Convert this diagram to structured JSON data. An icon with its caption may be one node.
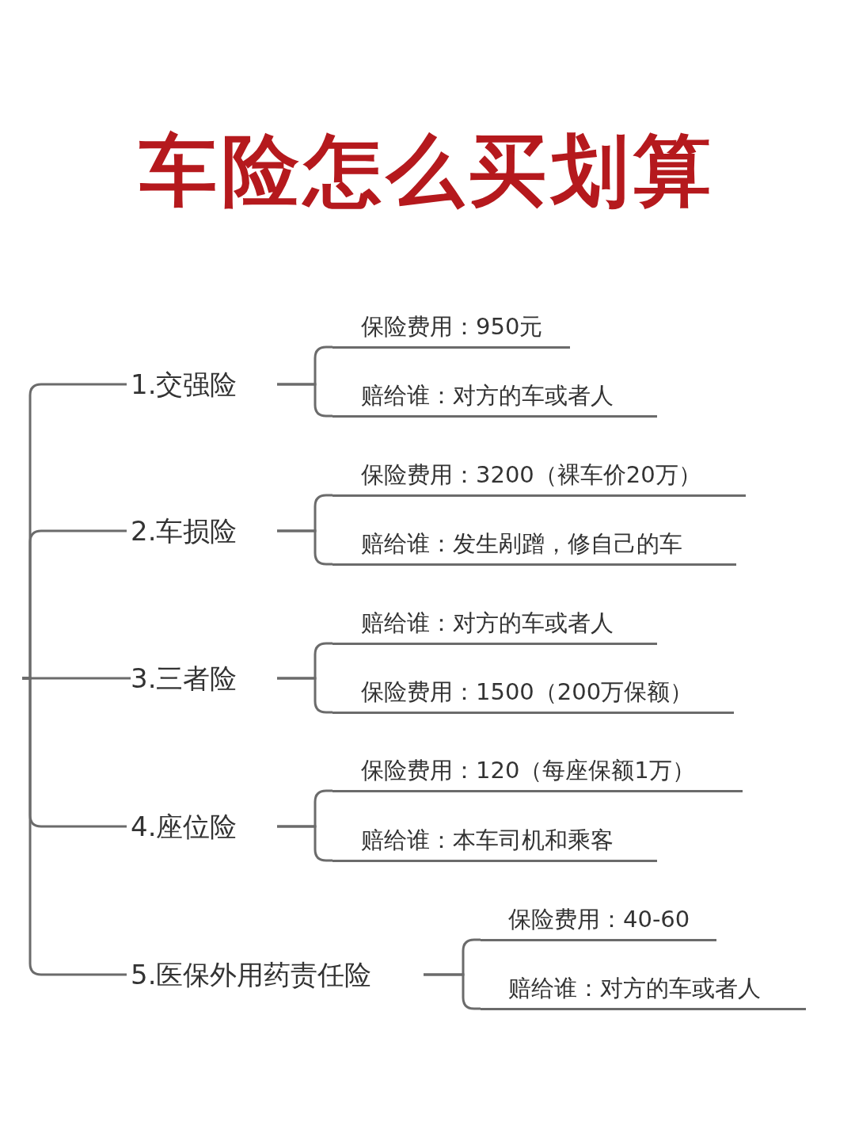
{
  "diagram": {
    "title": "车险怎么买划算",
    "nodes": [
      {
        "text": [
          "1.交强险"
        ]
      },
      {
        "text": [
          "保险费用：950元"
        ]
      },
      {
        "text": [
          "赔给谁：对方的车或者人"
        ]
      },
      {
        "text": [
          "2.车损险"
        ]
      },
      {
        "text": [
          "保险费用：3200（裸车价20万）"
        ]
      },
      {
        "text": [
          "赔给谁：发生剐蹭，修自己的车"
        ]
      },
      {
        "text": [
          "3.三者险"
        ]
      },
      {
        "text": [
          "赔给谁：对方的车或者人"
        ]
      },
      {
        "text": [
          "保险费用：1500（200万保额）"
        ]
      },
      {
        "text": [
          "4.座位险"
        ]
      },
      {
        "text": [
          "保险费用：120（每座保额1万）"
        ]
      },
      {
        "text": [
          "赔给谁：本车司机和乘客"
        ]
      },
      {
        "text": [
          "5.医保外用药责任险"
        ]
      },
      {
        "text": [
          "保险费用：40-60"
        ]
      },
      {
        "text": [
          "赔给谁：对方的车或者人"
        ]
      }
    ],
    "edges": [
      {
        "from": null,
        "to": 0,
        "arrow": "none"
      },
      {
        "from": null,
        "to": 3,
        "arrow": "none"
      },
      {
        "from": null,
        "to": 6,
        "arrow": "none"
      },
      {
        "from": null,
        "to": 9,
        "arrow": "none"
      },
      {
        "from": null,
        "to": 12,
        "arrow": "none"
      },
      {
        "from": 0,
        "to": 1,
        "arrow": "none"
      },
      {
        "from": 0,
        "to": 2,
        "arrow": "none"
      },
      {
        "from": 3,
        "to": 4,
        "arrow": "none"
      },
      {
        "from": 3,
        "to": 5,
        "arrow": "none"
      },
      {
        "from": 6,
        "to": 7,
        "arrow": "none"
      },
      {
        "from": 6,
        "to": 8,
        "arrow": "none"
      },
      {
        "from": 9,
        "to": 10,
        "arrow": "none"
      },
      {
        "from": 9,
        "to": 11,
        "arrow": "none"
      },
      {
        "from": 12,
        "to": 13,
        "arrow": "none"
      },
      {
        "from": 12,
        "to": 14,
        "arrow": "none"
      }
    ]
  }
}
